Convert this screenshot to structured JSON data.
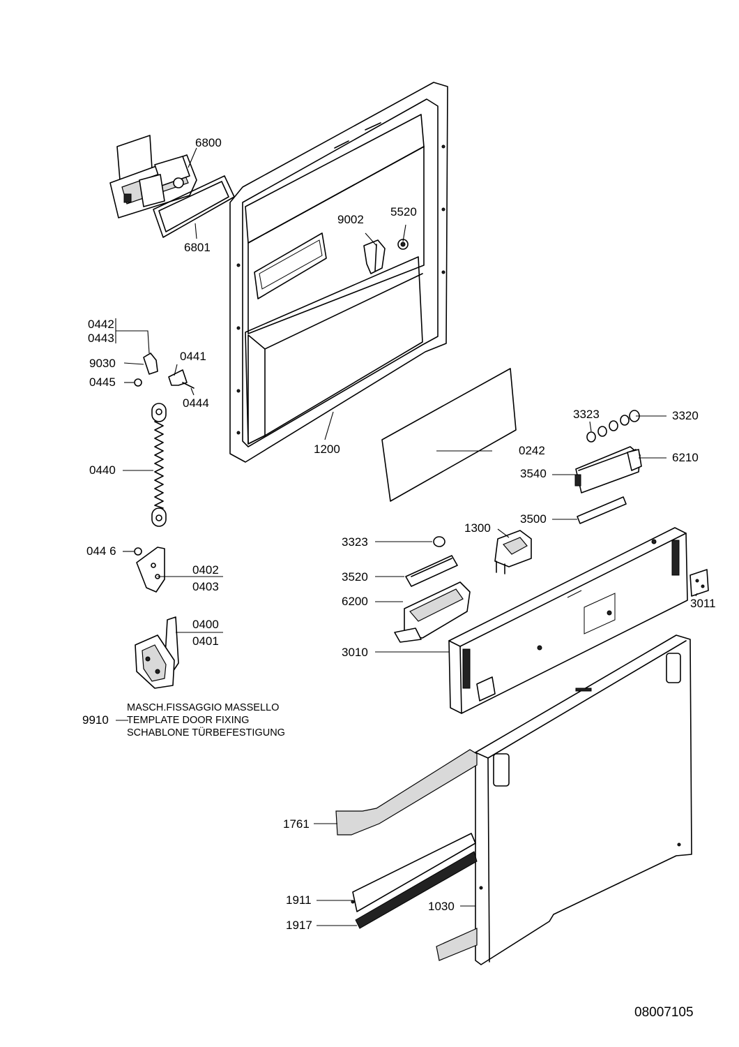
{
  "parts": {
    "p6800": "6800",
    "p6801": "6801",
    "p9002": "9002",
    "p5520": "5520",
    "p0442": "0442",
    "p0443": "0443",
    "p9030": "9030",
    "p0441": "0441",
    "p0445": "0445",
    "p0444": "0444",
    "p0440": "0440",
    "p1200": "1200",
    "p0242": "0242",
    "p3323a": "3323",
    "p3320": "3320",
    "p6210": "6210",
    "p3540": "3540",
    "p3500": "3500",
    "p1300": "1300",
    "p3323b": "3323",
    "p0446": "044 6",
    "p3520": "3520",
    "p0402": "0402",
    "p0403": "0403",
    "p6200": "6200",
    "p3011": "3011",
    "p0400": "0400",
    "p0401": "0401",
    "p3010": "3010",
    "p9910": "9910",
    "p1761": "1761",
    "p1911": "1911",
    "p1030": "1030",
    "p1917": "1917"
  },
  "note": {
    "line1": "MASCH.FISSAGGIO MASSELLO",
    "line2": "TEMPLATE DOOR FIXING",
    "line3": "SCHABLONE TÜRBEFESTIGUNG"
  },
  "drawing_number": "08007105"
}
